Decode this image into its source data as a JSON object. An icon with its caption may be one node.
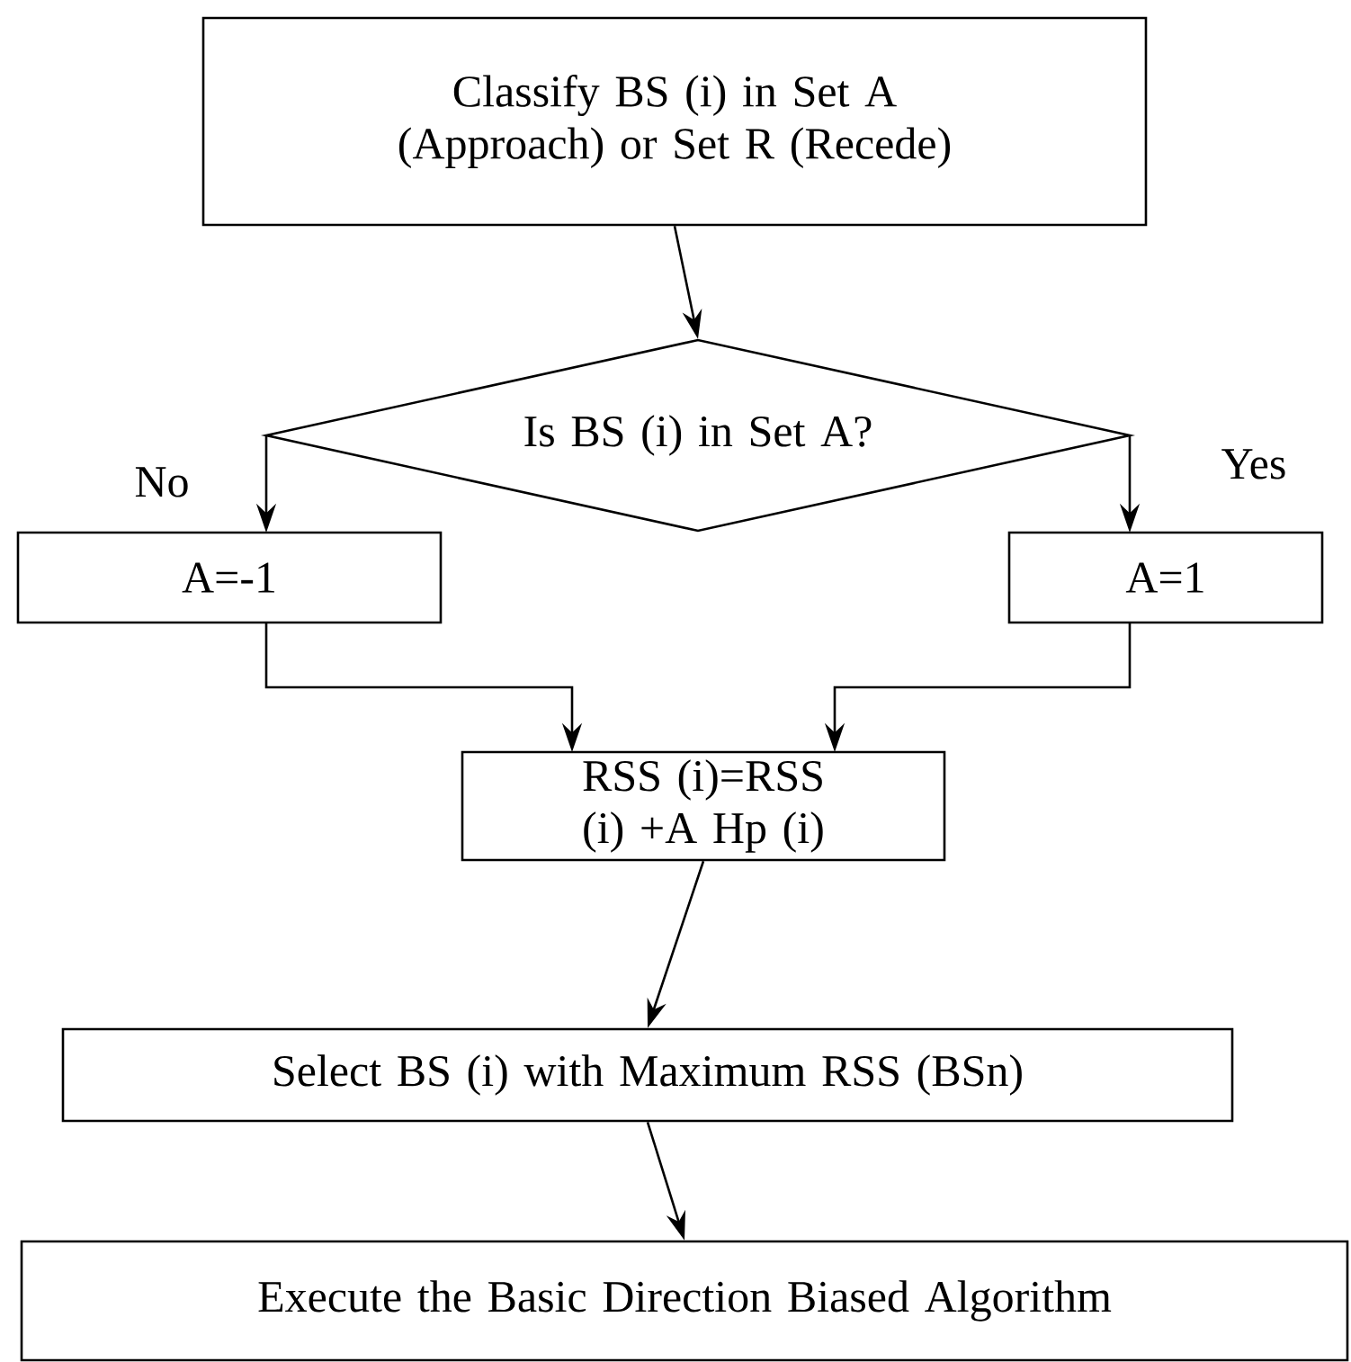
{
  "diagram": {
    "nodes": [
      {
        "text": [
          "Classify BS (i) in Set A (Approach) or Set R (Recede)"
        ]
      },
      {
        "text": [
          "Is BS (i) in Set A?"
        ]
      },
      {
        "text": [
          "A=-1"
        ]
      },
      {
        "text": [
          "A=1"
        ]
      },
      {
        "text": [
          "RSS (i)=RSS (i) +A Hp (i)"
        ]
      },
      {
        "text": [
          "Select BS (i)  with Maximum RSS (BSn)"
        ]
      },
      {
        "text": [
          "Execute the Basic Direction Biased Algorithm"
        ]
      }
    ],
    "edges": [
      {
        "from": 0,
        "to": 1,
        "arrow": "to"
      },
      {
        "from": 1,
        "to": 2,
        "arrow": "to"
      },
      {
        "from": 1,
        "to": 3,
        "arrow": "to"
      },
      {
        "from": 2,
        "to": 4,
        "arrow": "to"
      },
      {
        "from": 3,
        "to": 4,
        "arrow": "to"
      },
      {
        "from": 4,
        "to": 5,
        "arrow": "to"
      },
      {
        "from": 5,
        "to": 6,
        "arrow": "to"
      }
    ],
    "labels": [
      "No",
      "Yes"
    ]
  }
}
